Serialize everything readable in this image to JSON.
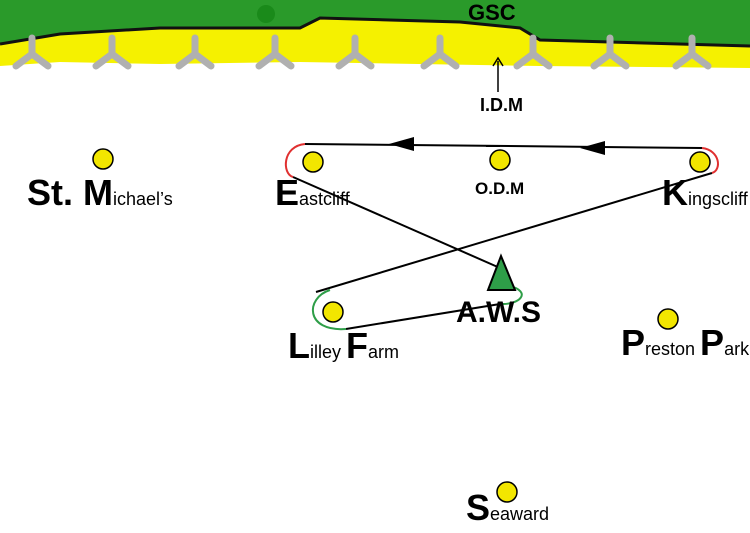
{
  "title": "GSC",
  "markers": {
    "idm": "I.D.M",
    "odm": "O.D.M",
    "aws": "A.W.S"
  },
  "stations": {
    "st_michaels": {
      "initial": "St. M",
      "rest": "ichael’s"
    },
    "eastcliff": {
      "initial": "E",
      "rest": "astcliff"
    },
    "kingscliff": {
      "initial": "K",
      "rest": "ingscliff"
    },
    "lilley_farm": {
      "initial1": "L",
      "rest1": "illey ",
      "initial2": "F",
      "rest2": "arm"
    },
    "preston_park": {
      "initial1": "P",
      "rest1": "reston ",
      "initial2": "P",
      "rest2": "ark"
    },
    "seaward": {
      "initial": "S",
      "rest": "eaward"
    }
  },
  "colors": {
    "land": "#2a9a2a",
    "sand": "#f5f100",
    "coast": "#111111",
    "groyne": "#b0b0b0",
    "station": "#f2e600",
    "aws_marker": "#2e9e48",
    "return_loop": "#e03030",
    "outbound_loop": "#2e9e48"
  }
}
